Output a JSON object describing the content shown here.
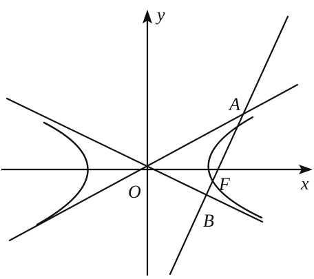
{
  "labels": {
    "x_axis": "x",
    "y_axis": "y",
    "origin": "O",
    "focus": "F",
    "point_a": "A",
    "point_b": "B"
  },
  "colors": {
    "ink": "#111111",
    "background": "#ffffff"
  }
}
